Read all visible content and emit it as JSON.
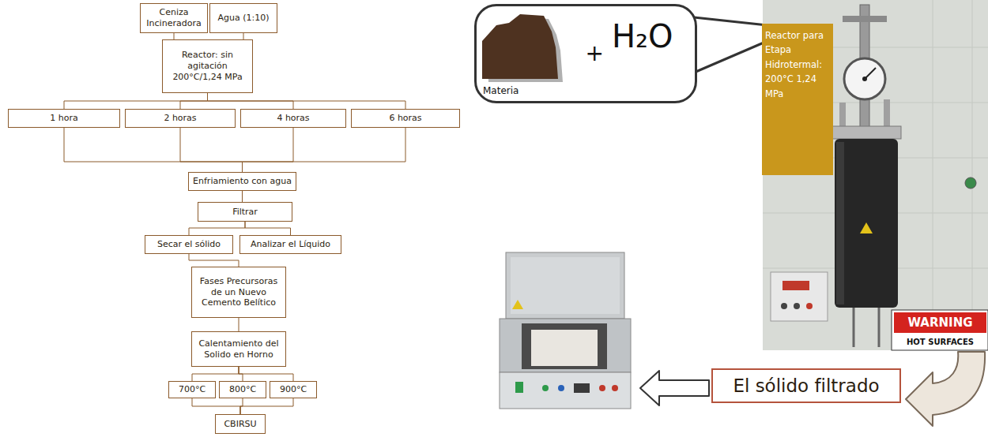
{
  "diagram": {
    "nodes": [
      {
        "text": [
          "Ceniza Incineradora"
        ]
      },
      {
        "text": [
          "Agua (1:10)"
        ]
      },
      {
        "text": [
          "Reactor: sin agitación 200°C/1,24 MPa"
        ]
      },
      {
        "text": [
          "1 hora"
        ]
      },
      {
        "text": [
          "2 horas"
        ]
      },
      {
        "text": [
          "4 horas"
        ]
      },
      {
        "text": [
          "6 horas"
        ]
      },
      {
        "text": [
          "Enfriamiento con agua"
        ]
      },
      {
        "text": [
          "Filtrar"
        ]
      },
      {
        "text": [
          "Secar el sólido"
        ]
      },
      {
        "text": [
          "Analizar el Líquido"
        ]
      },
      {
        "text": [
          "Fases Precursoras de un Nuevo Cemento Belítico"
        ]
      },
      {
        "text": [
          "Calentamiento del Solido en Horno"
        ]
      },
      {
        "text": [
          "700°C"
        ]
      },
      {
        "text": [
          "800°C"
        ]
      },
      {
        "text": [
          "900°C"
        ]
      },
      {
        "text": [
          "CBIRSU"
        ]
      },
      {
        "text": [
          "Materia",
          "+",
          "H₂O"
        ]
      },
      {
        "text": [
          "Reactor para Etapa Hidrotermal: 200°C 1,24 MPa"
        ]
      },
      {
        "text": [
          "El sólido filtrado"
        ]
      }
    ],
    "edges": [
      {
        "from": 0,
        "to": 2,
        "arrow": "none"
      },
      {
        "from": 1,
        "to": 2,
        "arrow": "none"
      },
      {
        "from": 2,
        "to": 3,
        "arrow": "none"
      },
      {
        "from": 2,
        "to": 4,
        "arrow": "none"
      },
      {
        "from": 2,
        "to": 5,
        "arrow": "none"
      },
      {
        "from": 2,
        "to": 6,
        "arrow": "none"
      },
      {
        "from": 3,
        "to": 7,
        "arrow": "none"
      },
      {
        "from": 4,
        "to": 7,
        "arrow": "none"
      },
      {
        "from": 5,
        "to": 7,
        "arrow": "none"
      },
      {
        "from": 6,
        "to": 7,
        "arrow": "none"
      },
      {
        "from": 7,
        "to": 8,
        "arrow": "none"
      },
      {
        "from": 8,
        "to": 9,
        "arrow": "none"
      },
      {
        "from": 8,
        "to": 10,
        "arrow": "none"
      },
      {
        "from": 9,
        "to": 11,
        "arrow": "none"
      },
      {
        "from": 11,
        "to": 12,
        "arrow": "none"
      },
      {
        "from": 12,
        "to": 13,
        "arrow": "none"
      },
      {
        "from": 12,
        "to": 14,
        "arrow": "none"
      },
      {
        "from": 12,
        "to": 15,
        "arrow": "none"
      },
      {
        "from": 13,
        "to": 16,
        "arrow": "none"
      },
      {
        "from": 14,
        "to": 16,
        "arrow": "none"
      },
      {
        "from": 15,
        "to": 16,
        "arrow": "none"
      }
    ],
    "labels": [
      "WARNING",
      "HOT SURFACES"
    ]
  }
}
